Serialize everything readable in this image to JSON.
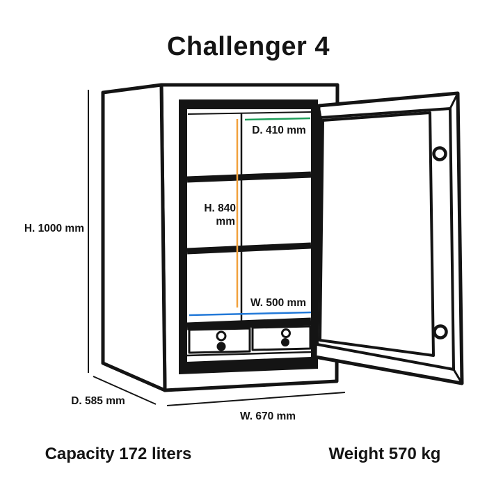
{
  "title": "Challenger 4",
  "annotations": {
    "overall_height": "H. 1000 mm",
    "overall_depth": "D. 585 mm",
    "overall_width": "W. 670 mm",
    "internal_depth": "D. 410 mm",
    "internal_height": "H. 840",
    "internal_height_unit": "mm",
    "internal_width": "W. 500 mm"
  },
  "specs": {
    "capacity": "Capacity 172 liters",
    "weight": "Weight 570 kg"
  },
  "colors": {
    "internal_depth_accent": "#1f9e5a",
    "internal_height_accent": "#f2a13c",
    "internal_width_accent": "#2279d8",
    "outline": "#141414"
  }
}
